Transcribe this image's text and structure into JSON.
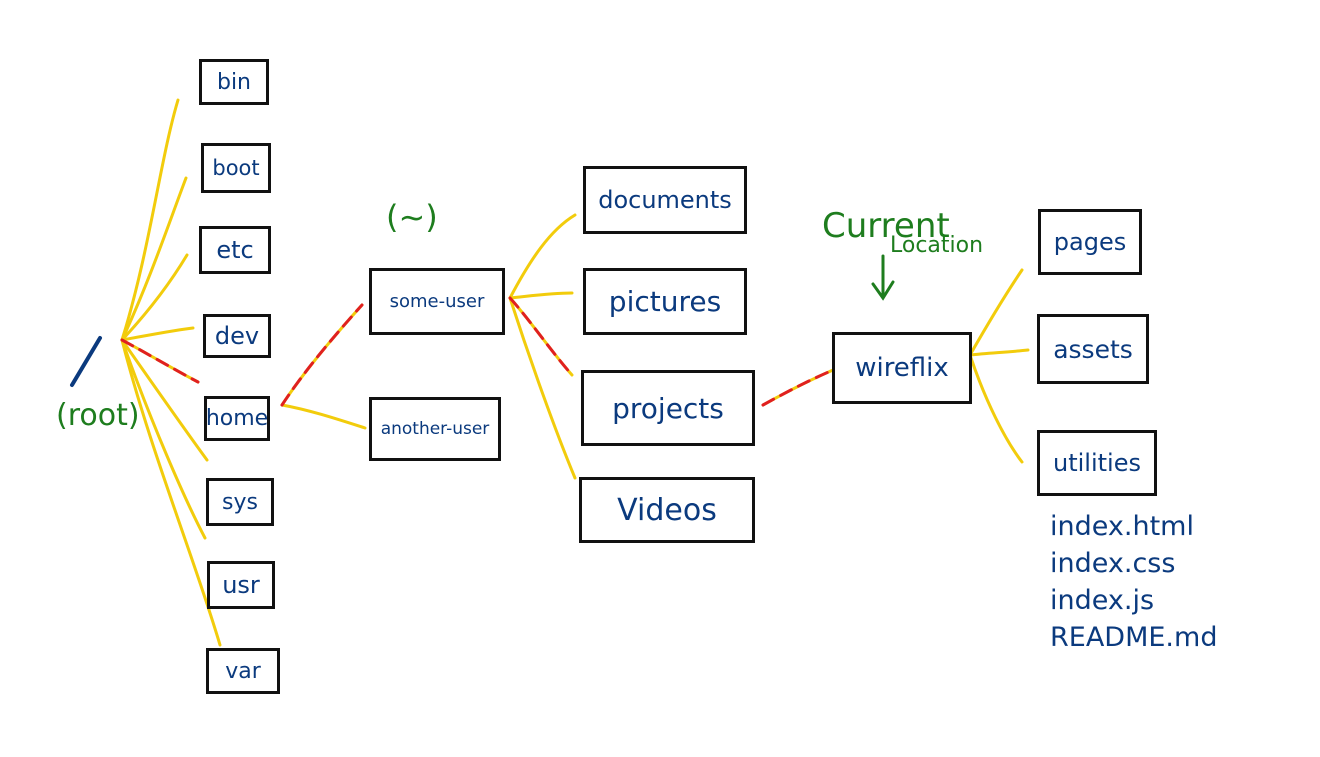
{
  "root": {
    "symbol": "/",
    "label": "(root)"
  },
  "root_dirs": [
    "bin",
    "boot",
    "etc",
    "dev",
    "home",
    "sys",
    "usr",
    "var"
  ],
  "home_label": "(~)",
  "users": [
    "some-user",
    "another-user"
  ],
  "user_dirs": [
    "documents",
    "pictures",
    "projects",
    "Videos"
  ],
  "project": "wireflix",
  "current_location": {
    "line1": "Current",
    "line2": "Location",
    "arrow": "↓"
  },
  "project_dirs": [
    "pages",
    "assets",
    "utilities"
  ],
  "files": [
    "index.html",
    "index.css",
    "index.js",
    "README.md"
  ],
  "colors": {
    "line": "#f2cc0c",
    "path": "#e02020",
    "ink": "#0b3a7e",
    "note": "#1e7d1e",
    "border": "#111111"
  }
}
